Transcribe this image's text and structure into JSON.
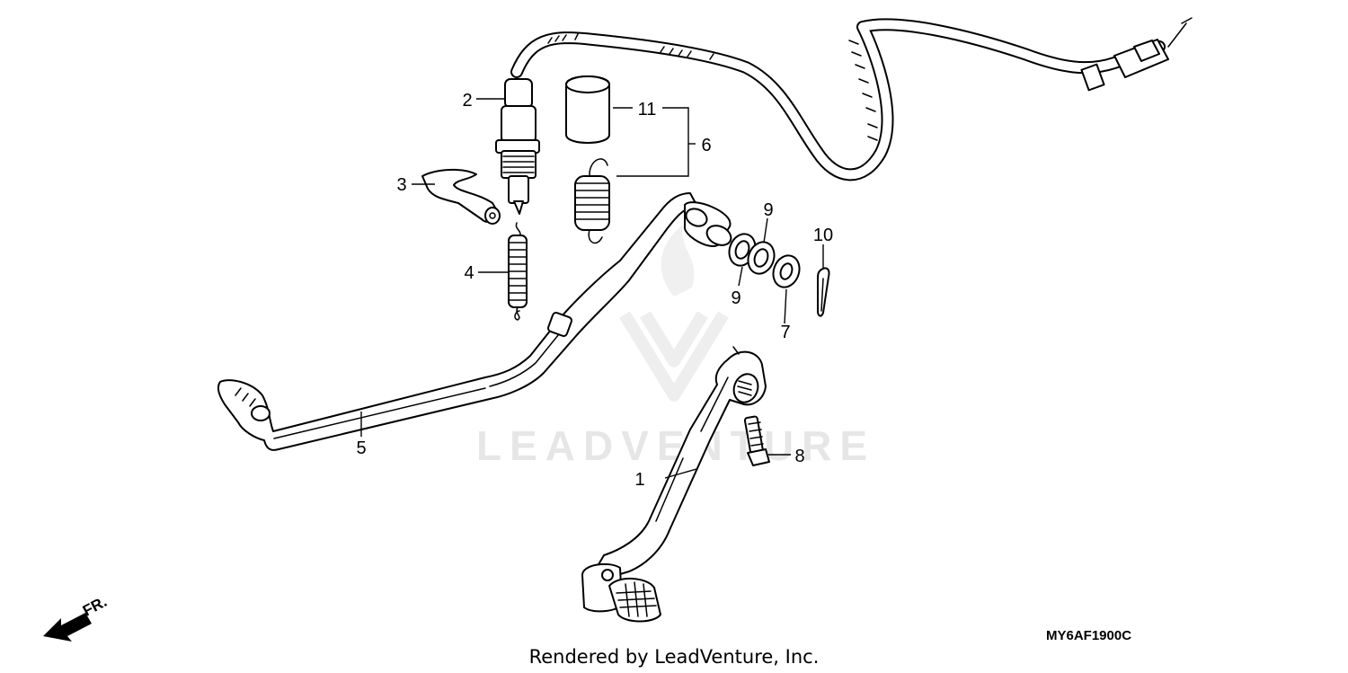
{
  "diagram": {
    "callouts": [
      {
        "id": "callout-1",
        "label": "1"
      },
      {
        "id": "callout-2",
        "label": "2"
      },
      {
        "id": "callout-3",
        "label": "3"
      },
      {
        "id": "callout-4",
        "label": "4"
      },
      {
        "id": "callout-5",
        "label": "5"
      },
      {
        "id": "callout-6",
        "label": "6"
      },
      {
        "id": "callout-7",
        "label": "7"
      },
      {
        "id": "callout-8",
        "label": "8"
      },
      {
        "id": "callout-9a",
        "label": "9"
      },
      {
        "id": "callout-9b",
        "label": "9"
      },
      {
        "id": "callout-10",
        "label": "10"
      },
      {
        "id": "callout-11",
        "label": "11"
      }
    ],
    "direction_label": "FR.",
    "diagram_code": "MY6AF1900C",
    "watermark": "LEADVENTURE",
    "footer": "Rendered by LeadVenture, Inc.",
    "colors": {
      "line": "#000000",
      "background": "#ffffff",
      "watermark": "#e6e6e6"
    }
  }
}
